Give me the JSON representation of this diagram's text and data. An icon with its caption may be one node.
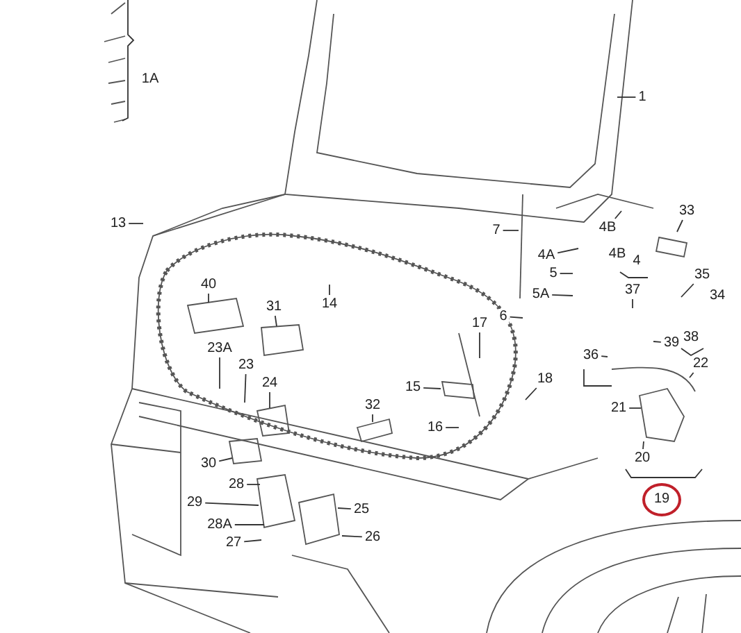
{
  "diagram": {
    "nodes": [
      {
        "text": [
          "1"
        ]
      },
      {
        "text": [
          "1A"
        ]
      },
      {
        "text": [
          "13"
        ]
      },
      {
        "text": [
          "7"
        ]
      },
      {
        "text": [
          "4B"
        ]
      },
      {
        "text": [
          "33"
        ]
      },
      {
        "text": [
          "4A"
        ]
      },
      {
        "text": [
          "4B"
        ]
      },
      {
        "text": [
          "4"
        ]
      },
      {
        "text": [
          "35"
        ]
      },
      {
        "text": [
          "5"
        ]
      },
      {
        "text": [
          "34"
        ]
      },
      {
        "text": [
          "5A"
        ]
      },
      {
        "text": [
          "37"
        ]
      },
      {
        "text": [
          "6"
        ]
      },
      {
        "text": [
          "40"
        ]
      },
      {
        "text": [
          "31"
        ]
      },
      {
        "text": [
          "14"
        ]
      },
      {
        "text": [
          "17"
        ]
      },
      {
        "text": [
          "38"
        ]
      },
      {
        "text": [
          "39"
        ]
      },
      {
        "text": [
          "23A"
        ]
      },
      {
        "text": [
          "36"
        ]
      },
      {
        "text": [
          "22"
        ]
      },
      {
        "text": [
          "23"
        ]
      },
      {
        "text": [
          "18"
        ]
      },
      {
        "text": [
          "24"
        ]
      },
      {
        "text": [
          "15"
        ]
      },
      {
        "text": [
          "32"
        ]
      },
      {
        "text": [
          "16"
        ]
      },
      {
        "text": [
          "21"
        ]
      },
      {
        "text": [
          "30"
        ]
      },
      {
        "text": [
          "20"
        ]
      },
      {
        "text": [
          "28"
        ]
      },
      {
        "text": [
          "19"
        ]
      },
      {
        "text": [
          "29"
        ]
      },
      {
        "text": [
          "25"
        ]
      },
      {
        "text": [
          "28A"
        ]
      },
      {
        "text": [
          "26"
        ]
      },
      {
        "text": [
          "27"
        ]
      }
    ],
    "edges": [
      {
        "from": 0,
        "to": null,
        "arrow": "none"
      },
      {
        "from": 2,
        "to": null,
        "arrow": "none"
      },
      {
        "from": 3,
        "to": null,
        "arrow": "none"
      },
      {
        "from": 4,
        "to": null,
        "arrow": "none"
      },
      {
        "from": 5,
        "to": null,
        "arrow": "none"
      },
      {
        "from": 6,
        "to": null,
        "arrow": "none"
      },
      {
        "from": 9,
        "to": null,
        "arrow": "none"
      },
      {
        "from": 10,
        "to": null,
        "arrow": "none"
      },
      {
        "from": 12,
        "to": null,
        "arrow": "none"
      },
      {
        "from": 13,
        "to": null,
        "arrow": "none"
      },
      {
        "from": 14,
        "to": null,
        "arrow": "none"
      },
      {
        "from": 15,
        "to": null,
        "arrow": "none"
      },
      {
        "from": 16,
        "to": null,
        "arrow": "none"
      },
      {
        "from": 17,
        "to": null,
        "arrow": "none"
      },
      {
        "from": 18,
        "to": null,
        "arrow": "none"
      },
      {
        "from": 20,
        "to": null,
        "arrow": "none"
      },
      {
        "from": 21,
        "to": null,
        "arrow": "none"
      },
      {
        "from": 22,
        "to": null,
        "arrow": "none"
      },
      {
        "from": 23,
        "to": null,
        "arrow": "none"
      },
      {
        "from": 24,
        "to": null,
        "arrow": "none"
      },
      {
        "from": 25,
        "to": null,
        "arrow": "none"
      },
      {
        "from": 26,
        "to": null,
        "arrow": "none"
      },
      {
        "from": 27,
        "to": null,
        "arrow": "none"
      },
      {
        "from": 28,
        "to": null,
        "arrow": "none"
      },
      {
        "from": 29,
        "to": null,
        "arrow": "none"
      },
      {
        "from": 30,
        "to": null,
        "arrow": "none"
      },
      {
        "from": 31,
        "to": null,
        "arrow": "none"
      },
      {
        "from": 32,
        "to": null,
        "arrow": "none"
      },
      {
        "from": 33,
        "to": null,
        "arrow": "none"
      },
      {
        "from": 35,
        "to": null,
        "arrow": "none"
      },
      {
        "from": 36,
        "to": null,
        "arrow": "none"
      },
      {
        "from": 37,
        "to": null,
        "arrow": "none"
      },
      {
        "from": 38,
        "to": null,
        "arrow": "none"
      },
      {
        "from": 39,
        "to": null,
        "arrow": "none"
      }
    ]
  }
}
